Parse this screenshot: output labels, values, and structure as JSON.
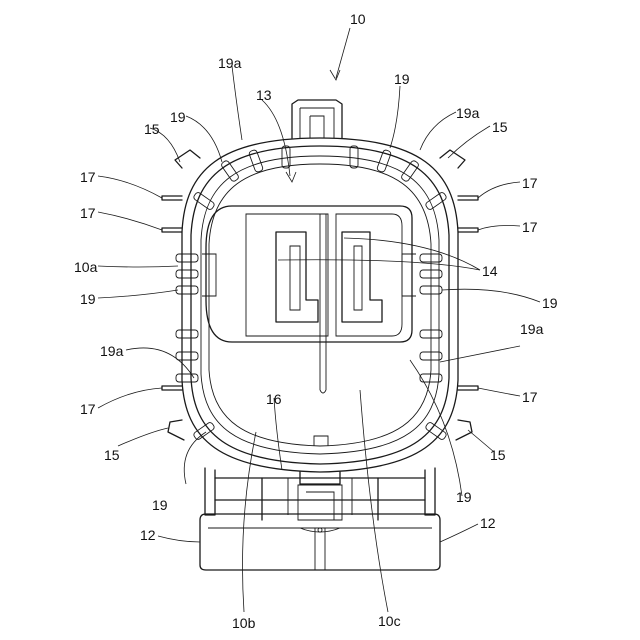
{
  "labels": {
    "l10": "10",
    "l13": "13",
    "l14": "14",
    "l15a": "15",
    "l15b": "15",
    "l15c": "15",
    "l15d": "15",
    "l16": "16",
    "l17a": "17",
    "l17b": "17",
    "l17c": "17",
    "l17d": "17",
    "l17e": "17",
    "l17f": "17",
    "l19a": "19",
    "l19b": "19",
    "l19c": "19",
    "l19d": "19",
    "l19e": "19",
    "l19f": "19",
    "l19a1": "19a",
    "l19a2": "19a",
    "l19a3": "19a",
    "l19a4": "19a",
    "l10a": "10a",
    "l10b": "10b",
    "l10c": "10c",
    "l12a": "12",
    "l12b": "12"
  }
}
